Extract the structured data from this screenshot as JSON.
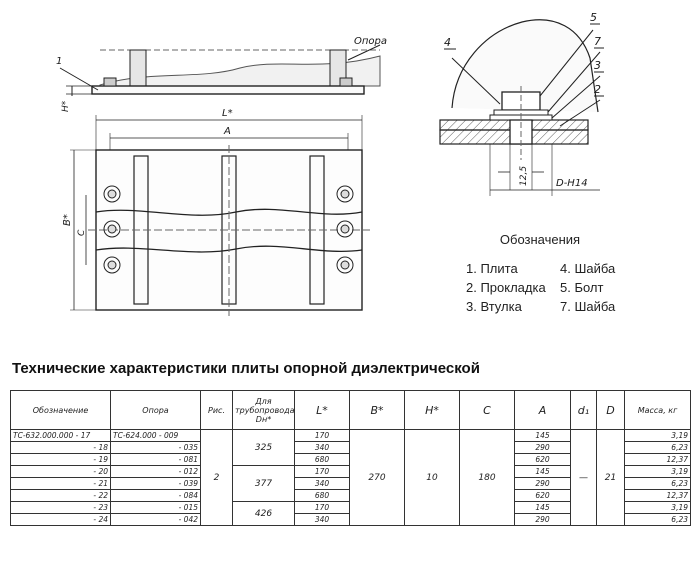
{
  "drawing": {
    "labels": {
      "side_callout": "1",
      "support": "Опора",
      "h_dim": "H*",
      "l_dim": "L*",
      "a_dim": "A",
      "b_dim": "B*",
      "c_dim": "C",
      "detail_callouts": [
        "4",
        "5",
        "7",
        "3",
        "2"
      ],
      "detail_hole": "12,5",
      "detail_diameter": "D-H14"
    }
  },
  "legend": {
    "title": "Обозначения",
    "items": [
      "1. Плита",
      "4. Шайба",
      "2. Прокладка",
      "5. Болт",
      "3. Втулка",
      "7. Шайба"
    ]
  },
  "title": "Технические характеристики плиты опорной диэлектрической",
  "table": {
    "headers": {
      "designation": "Обозначение",
      "support": "Опора",
      "fig": "Рис.",
      "pipeline": "Для трубопровода, Dн*",
      "L": "L*",
      "B": "B*",
      "H": "H*",
      "C": "C",
      "A": "A",
      "d": "d₁",
      "D": "D",
      "mass": "Масса, кг"
    },
    "rows": [
      {
        "designation": "ТС-632.000.000 - 17",
        "support": "ТС-624.000 - 009",
        "L": "170",
        "A": "145",
        "mass": "3,19"
      },
      {
        "designation": "- 18",
        "support": "- 035",
        "L": "340",
        "A": "290",
        "mass": "6,23"
      },
      {
        "designation": "- 19",
        "support": "- 081",
        "L": "680",
        "A": "620",
        "mass": "12,37"
      },
      {
        "designation": "- 20",
        "support": "- 012",
        "L": "170",
        "A": "145",
        "mass": "3,19"
      },
      {
        "designation": "- 21",
        "support": "- 039",
        "L": "340",
        "A": "290",
        "mass": "6,23"
      },
      {
        "designation": "- 22",
        "support": "- 084",
        "L": "680",
        "A": "620",
        "mass": "12,37"
      },
      {
        "designation": "- 23",
        "support": "- 015",
        "L": "170",
        "A": "145",
        "mass": "3,19"
      },
      {
        "designation": "- 24",
        "support": "- 042",
        "L": "340",
        "A": "290",
        "mass": "6,23"
      }
    ],
    "merged": {
      "fig": "2",
      "pipeline_groups": [
        "325",
        "377",
        "426"
      ],
      "B": "270",
      "H": "10",
      "C": "180",
      "d": "—",
      "D": "21"
    }
  }
}
